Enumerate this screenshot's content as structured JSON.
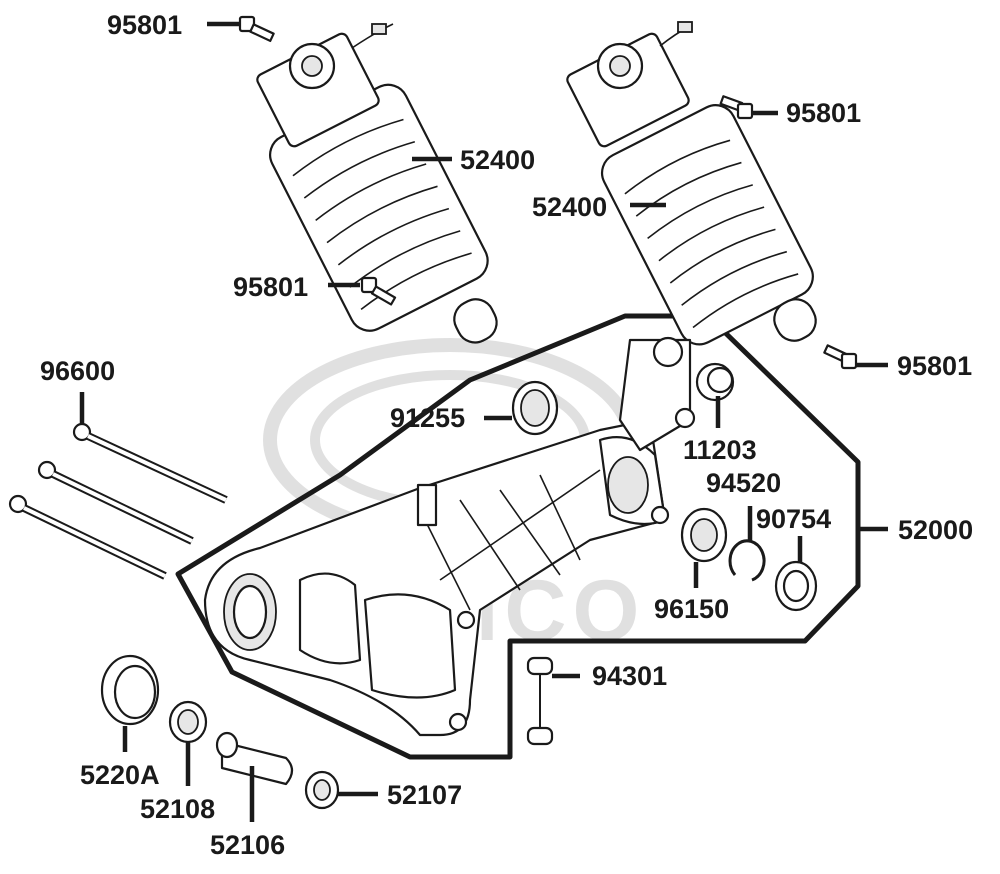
{
  "watermark": {
    "text": "SYMCO",
    "color": "#c8c8c8"
  },
  "colors": {
    "ink": "#1a1a1a",
    "paper": "#ffffff",
    "shade": "#e6e6e6"
  },
  "parts": {
    "bolt_top_left": "95801",
    "shock_left": "52400",
    "bolt_left_lower": "95801",
    "bolt_right_upper": "95801",
    "shock_right": "52400",
    "bolt_right_lower": "95801",
    "long_bolt": "96600",
    "oil_seal": "91255",
    "bushing": "11203",
    "circlip": "94520",
    "seal_ring": "90754",
    "swing_arm_assy": "52000",
    "bearing": "96150",
    "collar_pair": "94301",
    "hub_cap": "5220A",
    "bearing_small": "52108",
    "pivot_collar": "52106",
    "spacer": "52107"
  }
}
